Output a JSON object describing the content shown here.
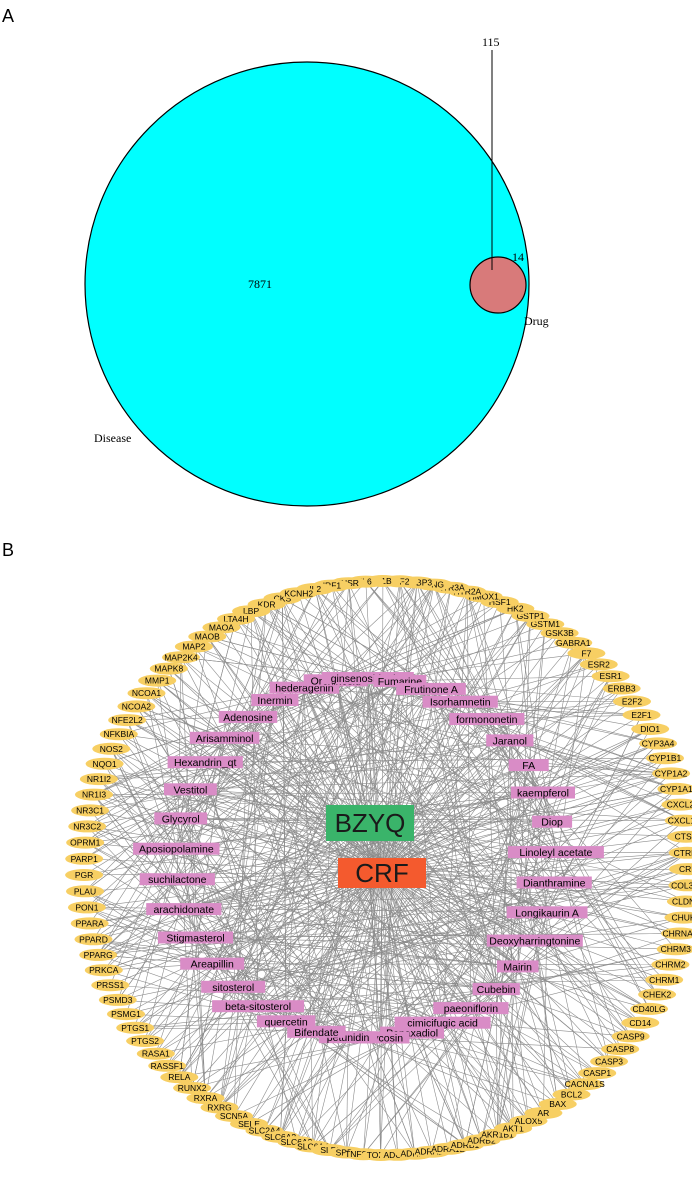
{
  "panel_a": {
    "label": "A",
    "venn": {
      "disease_label": "Disease",
      "drug_label": "Drug",
      "disease_only_count": "7871",
      "overlap_count": "115",
      "drug_only_count": "14",
      "disease_color": "#00ffff",
      "drug_color": "#d87a7a"
    }
  },
  "panel_b": {
    "label": "B",
    "network": {
      "center_nodes": [
        {
          "label": "BZYQ",
          "color": "#3ab46a"
        },
        {
          "label": "CRF",
          "color": "#f45a2e"
        }
      ],
      "target_color": "#f7cf63",
      "compound_color": "#d98cc6",
      "edge_color": "#8c8c8c",
      "targets": [
        "CKS",
        "KDR",
        "LBP",
        "LTA4H",
        "MAOA",
        "MAOB",
        "MAP2",
        "MAP2K4",
        "MAPK8",
        "MMP1",
        "NCOA1",
        "NCOA2",
        "NFE2L2",
        "NFKBIA",
        "NOS2",
        "NQO1",
        "NR1I2",
        "NR1I3",
        "NR3C1",
        "NR3C2",
        "OPRM1",
        "PARP1",
        "PGR",
        "PLAU",
        "PON1",
        "PPARA",
        "PPARD",
        "PPARG",
        "PRKCA",
        "PRSS1",
        "PSMD3",
        "PSMG1",
        "PTGS1",
        "PTGS2",
        "RASA1",
        "RASSF1",
        "RELA",
        "RUNX2",
        "RXRA",
        "RXRG",
        "SCN5A",
        "SELE",
        "SLC2A4",
        "SLC6A2",
        "SLC6A3",
        "SLC6A4",
        "SLPI",
        "SPP1",
        "TNFSF15",
        "TOP2A",
        "ADCY2",
        "ADH1B",
        "ADRA1A",
        "ADRA1D",
        "ADRB1",
        "ADRB2",
        "AKR1B1",
        "AKT1",
        "ALOX5",
        "AR",
        "BAX",
        "BCL2",
        "CACNA1S",
        "CASP1",
        "CASP3",
        "CASP8",
        "CASP9",
        "CD14",
        "CD40LG",
        "CHEK2",
        "CHRM1",
        "CHRM2",
        "CHRM3",
        "CHRNA2",
        "CHUK",
        "CLDN4",
        "COL3A1",
        "CRP",
        "CTRB1",
        "CTSD",
        "CXCL10",
        "CXCL2",
        "CYP1A1",
        "CYP1A2",
        "CYP1B1",
        "CYP3A4",
        "DIO1",
        "E2F1",
        "E2F2",
        "ERBB3",
        "ESR1",
        "ESR2",
        "F7",
        "GABRA1",
        "GSK3B",
        "GSTM1",
        "GSTP1",
        "HK2",
        "HSF1",
        "HMOX1",
        "HTR2A",
        "HTR3A",
        "IFNG",
        "IGFBP3",
        "IGF2",
        "IL1B",
        "IL6",
        "INSR",
        "IRF1",
        "IL2",
        "KCNH2"
      ],
      "compounds": [
        {
          "label": "Inermin"
        },
        {
          "label": "hederagenin"
        },
        {
          "label": "Oroxinosid"
        },
        {
          "label": "ginsenoside rh2"
        },
        {
          "label": "Fumarine"
        },
        {
          "label": "Frutinone A"
        },
        {
          "label": "Isorhamnetin"
        },
        {
          "label": "formononetin"
        },
        {
          "label": "Jaranol"
        },
        {
          "label": "FA"
        },
        {
          "label": "kaempferol"
        },
        {
          "label": "Diop"
        },
        {
          "label": "Linoleyl acetate"
        },
        {
          "label": "Dianthramine"
        },
        {
          "label": "Longikaurin A"
        },
        {
          "label": "Deoxyharringtonine"
        },
        {
          "label": "Mairin"
        },
        {
          "label": "Cubebin"
        },
        {
          "label": "paeoniflorin"
        },
        {
          "label": "cimicifugic acid"
        },
        {
          "label": "Panaxadiol"
        },
        {
          "label": "Calycosin"
        },
        {
          "label": "petunidin"
        },
        {
          "label": "Bifendate"
        },
        {
          "label": "quercetin"
        },
        {
          "label": "beta-sitosterol"
        },
        {
          "label": "sitosterol"
        },
        {
          "label": "Areapillin"
        },
        {
          "label": "Stigmasterol"
        },
        {
          "label": "arachidonate"
        },
        {
          "label": "suchilactone"
        },
        {
          "label": "Aposiopolamine"
        },
        {
          "label": "Glycyrol"
        },
        {
          "label": "Vestitol"
        },
        {
          "label": "Hexandrin_qt"
        },
        {
          "label": "Arisamminol"
        },
        {
          "label": "Adenosine"
        }
      ]
    }
  }
}
